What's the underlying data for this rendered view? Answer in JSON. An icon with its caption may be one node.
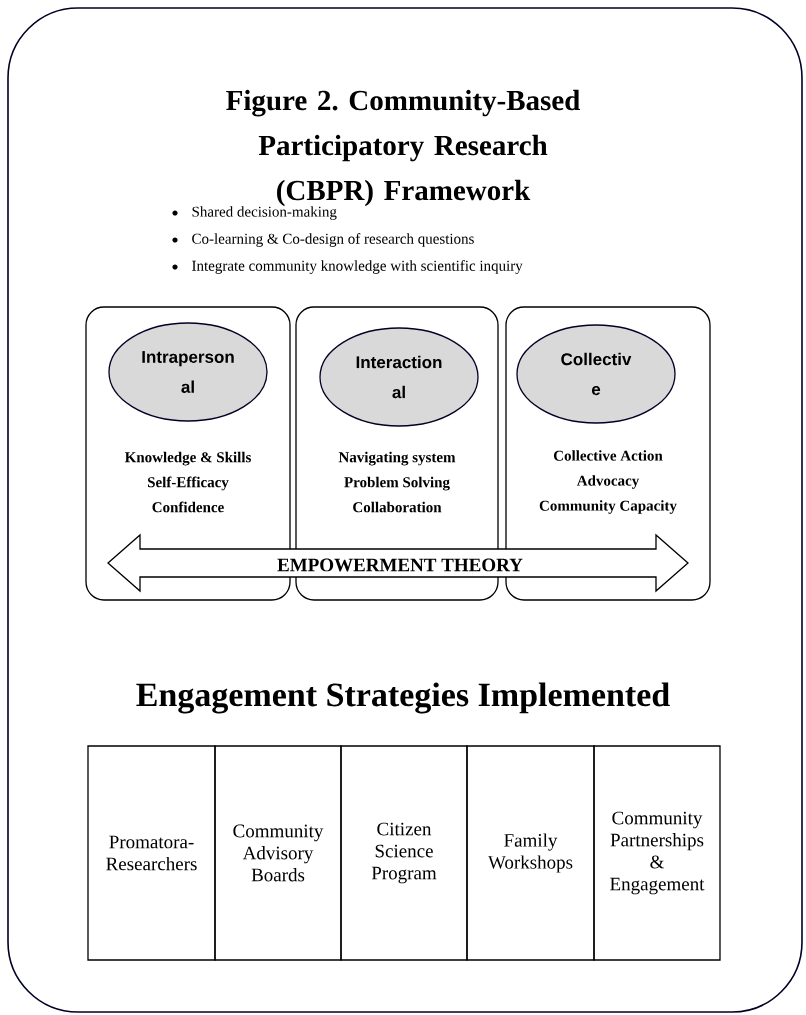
{
  "diagram": {
    "title": "Figure 2. Community-Based Participatory Research (CBPR) Framework",
    "nodes": [
      {
        "text": [
          "Knowledge & Skills",
          "Self-Efficacy",
          "Confidence"
        ]
      },
      {
        "text": [
          "Intraperson al"
        ],
        "in": 0
      },
      {
        "text": [
          "Navigating system",
          "Problem Solving",
          "Collaboration"
        ]
      },
      {
        "text": [
          "Interaction al"
        ],
        "in": 2
      },
      {
        "text": [
          "Collective Action",
          "Advocacy",
          "Community Capacity"
        ]
      },
      {
        "text": [
          "Collectiv e"
        ],
        "in": 4
      },
      {
        "text": [
          "EMPOWERMENT THEORY"
        ]
      },
      {
        "text": [
          "Promatora-Researchers"
        ]
      },
      {
        "text": [
          "Community Advisory Boards"
        ]
      },
      {
        "text": [
          "Citizen Science Program"
        ]
      },
      {
        "text": [
          "Family Workshops"
        ]
      },
      {
        "text": [
          "Community Partnerships & Engagement"
        ]
      }
    ],
    "labels": [
      "Shared decision-making",
      "Co-learning & Co-design of research questions",
      "Integrate community knowledge with scientific inquiry",
      "Engagement Strategies Implemented"
    ]
  }
}
